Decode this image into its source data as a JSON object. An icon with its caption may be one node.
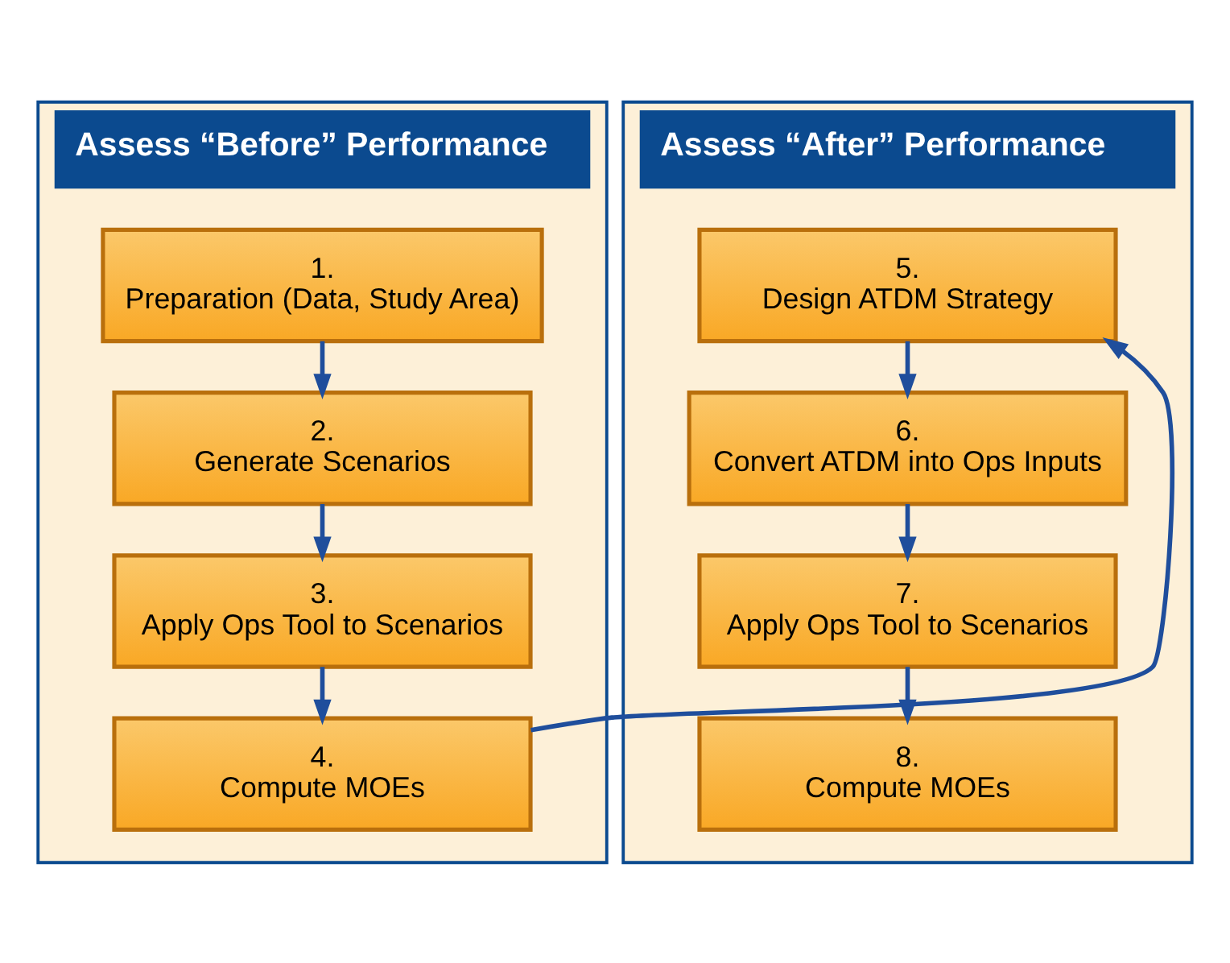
{
  "diagram": {
    "nodes": [
      {
        "text": [
          "Assess “Before” Performance"
        ]
      },
      {
        "text": [
          "1.",
          "Preparation (Data, Study Area)"
        ],
        "in": 0
      },
      {
        "text": [
          "2.",
          "Generate Scenarios"
        ],
        "in": 0
      },
      {
        "text": [
          "3.",
          "Apply Ops Tool to Scenarios"
        ],
        "in": 0
      },
      {
        "text": [
          "4.",
          "Compute MOEs"
        ],
        "in": 0
      },
      {
        "text": [
          "Assess “After” Performance"
        ]
      },
      {
        "text": [
          "5.",
          "Design ATDM Strategy"
        ],
        "in": 5
      },
      {
        "text": [
          "6.",
          "Convert ATDM into Ops Inputs"
        ],
        "in": 5
      },
      {
        "text": [
          "7.",
          "Apply Ops Tool to Scenarios"
        ],
        "in": 5
      },
      {
        "text": [
          "8.",
          "Compute MOEs"
        ],
        "in": 5
      }
    ],
    "edges": [
      {
        "from": 1,
        "to": 2,
        "arrow": "to"
      },
      {
        "from": 2,
        "to": 3,
        "arrow": "to"
      },
      {
        "from": 3,
        "to": 4,
        "arrow": "to"
      },
      {
        "from": 4,
        "to": 6,
        "arrow": "to"
      },
      {
        "from": 6,
        "to": 7,
        "arrow": "to"
      },
      {
        "from": 7,
        "to": 8,
        "arrow": "to"
      },
      {
        "from": 8,
        "to": 9,
        "arrow": "to"
      }
    ]
  }
}
